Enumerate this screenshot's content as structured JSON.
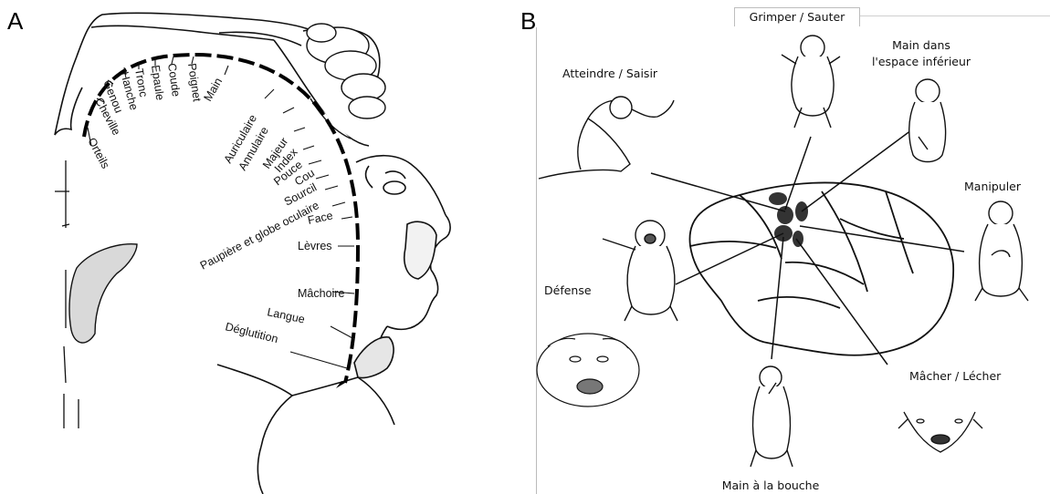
{
  "panel_a": {
    "letter": "A",
    "body_part_labels": [
      "Orteils",
      "Cheville",
      "Genou",
      "Hanche",
      "Tronc",
      "Epaule",
      "Coude",
      "Poignet",
      "Main",
      "Auriculaire",
      "Annulaire",
      "Majeur",
      "Index",
      "Pouce",
      "Cou",
      "Sourcil",
      "Paupière et globe oculaire",
      "Face",
      "Lèvres",
      "Mâchoire",
      "Langue",
      "Déglutition"
    ]
  },
  "panel_b": {
    "letter": "B",
    "action_labels": {
      "climb_jump": "Grimper / Sauter",
      "hand_lower_space_line1": "Main dans",
      "hand_lower_space_line2": "l'espace inférieur",
      "reach_grasp": "Atteindre / Saisir",
      "manipulate": "Manipuler",
      "defense": "Défense",
      "chew_lick": "Mâcher / Lécher",
      "hand_to_mouth": "Main à la bouche"
    }
  }
}
